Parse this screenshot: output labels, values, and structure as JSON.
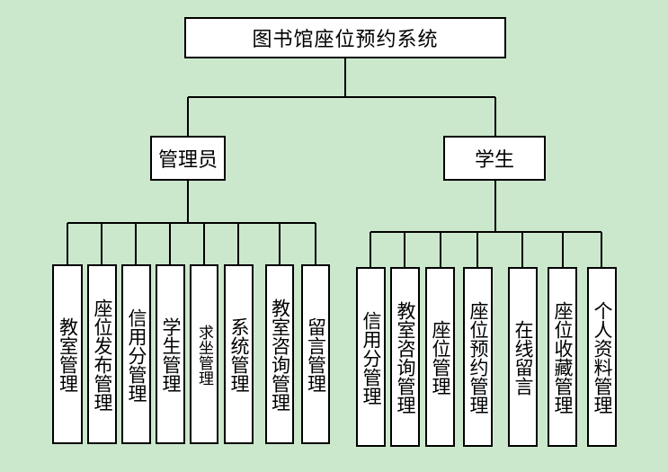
{
  "diagram": {
    "root": {
      "label": "图书馆座位预约系统"
    },
    "admin": {
      "label": "管理员",
      "modules": [
        "教室管理",
        "座位发布管理",
        "信用分管理",
        "学生管理",
        "求坐管理",
        "系统管理",
        "教室咨询管理",
        "留言管理"
      ]
    },
    "student": {
      "label": "学生",
      "modules": [
        "信用分管理",
        "教室咨询管理",
        "座位管理",
        "座位预约管理",
        "在线留言",
        "座位收藏管理",
        "个人资料管理"
      ]
    }
  },
  "colors": {
    "background": "#cce8cc",
    "box": "#ffffff",
    "line": "#000000"
  }
}
